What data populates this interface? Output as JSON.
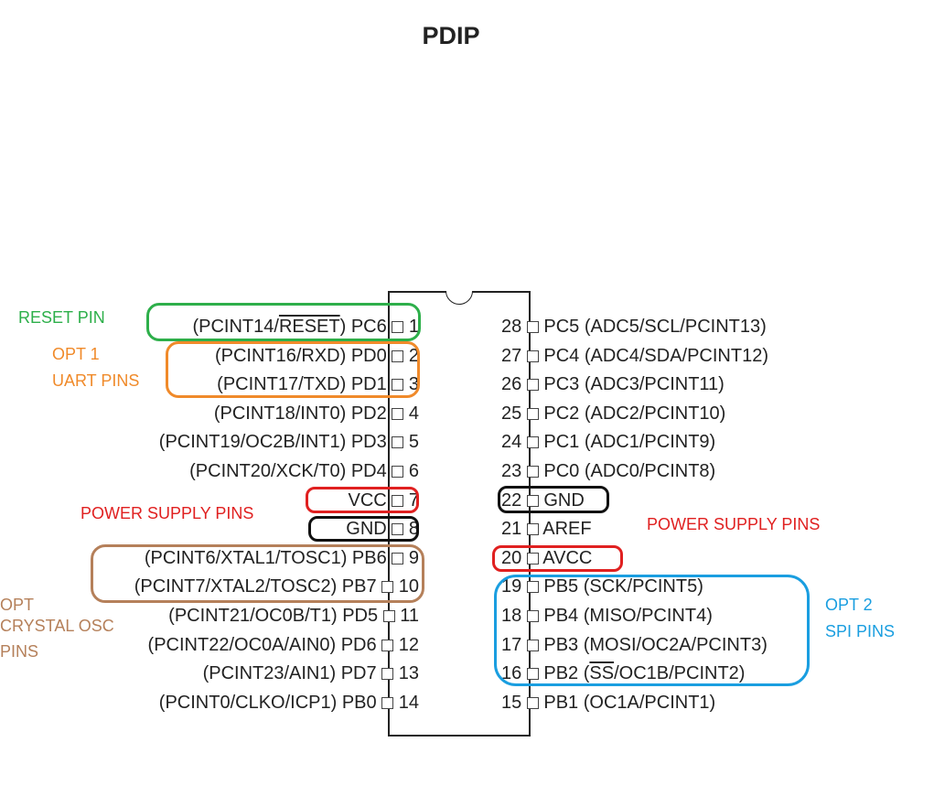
{
  "title": "PDIP",
  "colors": {
    "reset": "#2daf4a",
    "uart": "#f08a2a",
    "power": "#e02020",
    "ground": "#111111",
    "crystal": "#b5805a",
    "spi": "#1a9ee0",
    "chip": "#222222"
  },
  "pins_left": [
    {
      "num": "1",
      "pre": "(PCINT14/",
      "over": "RESET",
      "post": ") PC6"
    },
    {
      "num": "2",
      "pre": "(PCINT16/RXD) PD0",
      "over": "",
      "post": ""
    },
    {
      "num": "3",
      "pre": "(PCINT17/TXD) PD1",
      "over": "",
      "post": ""
    },
    {
      "num": "4",
      "pre": "(PCINT18/INT0) PD2",
      "over": "",
      "post": ""
    },
    {
      "num": "5",
      "pre": "(PCINT19/OC2B/INT1) PD3",
      "over": "",
      "post": ""
    },
    {
      "num": "6",
      "pre": "(PCINT20/XCK/T0) PD4",
      "over": "",
      "post": ""
    },
    {
      "num": "7",
      "pre": "VCC",
      "over": "",
      "post": ""
    },
    {
      "num": "8",
      "pre": "GND",
      "over": "",
      "post": ""
    },
    {
      "num": "9",
      "pre": "(PCINT6/XTAL1/TOSC1) PB6",
      "over": "",
      "post": ""
    },
    {
      "num": "10",
      "pre": "(PCINT7/XTAL2/TOSC2) PB7",
      "over": "",
      "post": ""
    },
    {
      "num": "11",
      "pre": "(PCINT21/OC0B/T1) PD5",
      "over": "",
      "post": ""
    },
    {
      "num": "12",
      "pre": "(PCINT22/OC0A/AIN0) PD6",
      "over": "",
      "post": ""
    },
    {
      "num": "13",
      "pre": "(PCINT23/AIN1) PD7",
      "over": "",
      "post": ""
    },
    {
      "num": "14",
      "pre": "(PCINT0/CLKO/ICP1) PB0",
      "over": "",
      "post": ""
    }
  ],
  "pins_right": [
    {
      "num": "28",
      "pre": "PC5 (ADC5/SCL/PCINT13)",
      "over": "",
      "post": ""
    },
    {
      "num": "27",
      "pre": "PC4 (ADC4/SDA/PCINT12)",
      "over": "",
      "post": ""
    },
    {
      "num": "26",
      "pre": "PC3 (ADC3/PCINT11)",
      "over": "",
      "post": ""
    },
    {
      "num": "25",
      "pre": "PC2 (ADC2/PCINT10)",
      "over": "",
      "post": ""
    },
    {
      "num": "24",
      "pre": "PC1 (ADC1/PCINT9)",
      "over": "",
      "post": ""
    },
    {
      "num": "23",
      "pre": "PC0 (ADC0/PCINT8)",
      "over": "",
      "post": ""
    },
    {
      "num": "22",
      "pre": "GND",
      "over": "",
      "post": ""
    },
    {
      "num": "21",
      "pre": "AREF",
      "over": "",
      "post": ""
    },
    {
      "num": "20",
      "pre": "AVCC",
      "over": "",
      "post": ""
    },
    {
      "num": "19",
      "pre": "PB5 (SCK/PCINT5)",
      "over": "",
      "post": ""
    },
    {
      "num": "18",
      "pre": "PB4 (MISO/PCINT4)",
      "over": "",
      "post": ""
    },
    {
      "num": "17",
      "pre": "PB3 (MOSI/OC2A/PCINT3)",
      "over": "",
      "post": ""
    },
    {
      "num": "16",
      "pre": "PB2 (",
      "over": "SS",
      "post": "/OC1B/PCINT2)"
    },
    {
      "num": "15",
      "pre": "PB1 (OC1A/PCINT1)",
      "over": "",
      "post": ""
    }
  ],
  "annotations": {
    "reset": "RESET PIN",
    "uart_line1": "OPT 1",
    "uart_line2": "UART PINS",
    "power_left": "POWER SUPPLY PINS",
    "power_right": "POWER SUPPLY PINS",
    "crystal_line1": "OPT",
    "crystal_line2": "CRYSTAL OSC",
    "crystal_line3": "PINS",
    "spi_line1": "OPT 2",
    "spi_line2": "SPI PINS"
  }
}
